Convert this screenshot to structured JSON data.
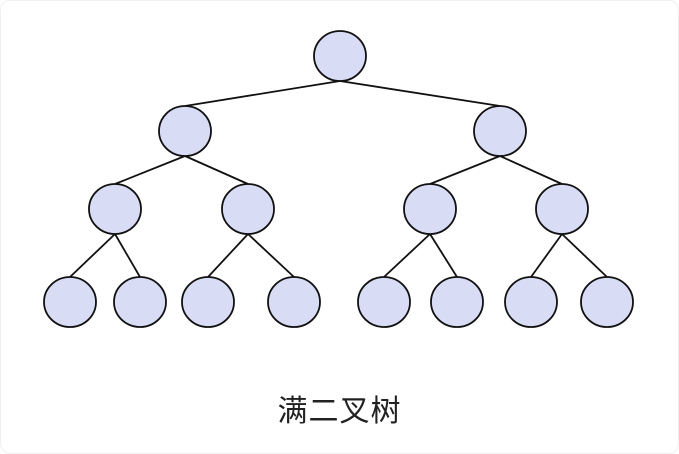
{
  "caption": "满二叉树",
  "colors": {
    "node_fill": "#d8dcf5",
    "node_stroke": "#111111",
    "edge": "#111111",
    "background": "#ffffff"
  },
  "tree": {
    "type": "full-binary-tree",
    "depth": 4,
    "node_count": 15
  }
}
